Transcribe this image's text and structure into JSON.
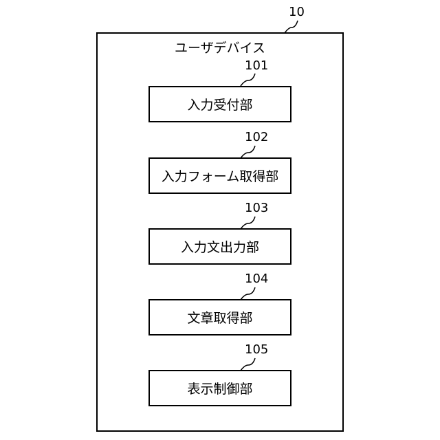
{
  "device": {
    "ref": "10",
    "title": "ユーザデバイス"
  },
  "units": [
    {
      "ref": "101",
      "label": "入力受付部"
    },
    {
      "ref": "102",
      "label": "入力フォーム取得部"
    },
    {
      "ref": "103",
      "label": "入力文出力部"
    },
    {
      "ref": "104",
      "label": "文章取得部"
    },
    {
      "ref": "105",
      "label": "表示制御部"
    }
  ]
}
